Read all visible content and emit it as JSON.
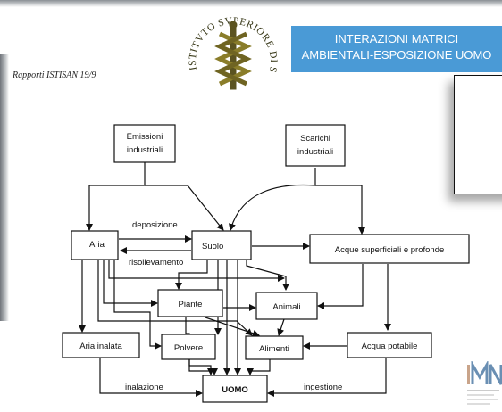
{
  "header": {
    "report_label": "Rapporti ISTISAN 19/9",
    "seal_text": "ISTITVTO SVPERIORE DI SANITÀ",
    "banner_line1": "INTERAZIONI MATRICI",
    "banner_line2": "AMBIENTALI-ESPOSIZIONE UOMO"
  },
  "diagram": {
    "nodes": {
      "emissioni_l1": "Emissioni",
      "emissioni_l2": "industriali",
      "scarichi_l1": "Scarichi",
      "scarichi_l2": "industriali",
      "aria": "Aria",
      "suolo": "Suolo",
      "acque": "Acque superficiali e profonde",
      "piante": "Piante",
      "animali": "Animali",
      "aria_inalata": "Aria inalata",
      "polvere": "Polvere",
      "alimenti": "Alimenti",
      "acqua_potabile": "Acqua potabile",
      "uomo": "UOMO"
    },
    "edges": {
      "deposizione": "deposizione",
      "risollevamento": "risollevamento",
      "inalazione": "inalazione",
      "ingestione": "ingestione"
    }
  },
  "logo": {
    "text": "IMN"
  }
}
